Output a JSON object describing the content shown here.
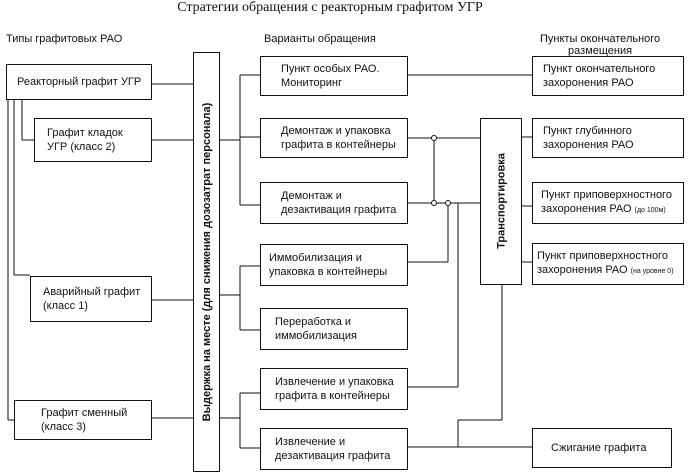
{
  "title": "Стратегии обращения с реакторным графитом УГР",
  "headers": {
    "types": "Типы графитовых РАО",
    "options": "Варианты обращения",
    "final": [
      "Пункты окончательного",
      "размещения"
    ]
  },
  "types": {
    "ugr": [
      "Реакторный графит УГР"
    ],
    "masonry": [
      "Графит кладок",
      "УГР (класс 2)"
    ],
    "emergency": [
      "Аварийный графит",
      "(класс 1)"
    ],
    "replaceable": [
      "Графит сменный",
      "(класс 3)"
    ]
  },
  "holding": "Выдержка на месте (для снижения дозозатрат персонала)",
  "options": {
    "special": [
      "Пункт особых РАО.",
      "Мониторинг"
    ],
    "dismantle_pack": [
      "Демонтаж и упаковка",
      "графита в контейнеры"
    ],
    "dismantle_decon": [
      "Демонтаж и",
      "дезактивация графита"
    ],
    "immobilize_pack": [
      "Иммобилизация и",
      "упаковка в контейнеры"
    ],
    "process_immobilize": [
      "Переработка и",
      "иммобилизация"
    ],
    "extract_pack": [
      "Извлечение и упаковка",
      "графита в контейнеры"
    ],
    "extract_decon": [
      "Извлечение и",
      "дезактивация графита"
    ]
  },
  "transport": "Транспортировка",
  "final": {
    "disposal": [
      "Пункт окончательного",
      "захоронения РАО"
    ],
    "deep": [
      "Пункт глубинного",
      "захоронения РАО"
    ],
    "near100": [
      "Пункт приповерхностного",
      "захоронения РАО"
    ],
    "near100_note": "(до 100м)",
    "near0": [
      "Пункт приповерхностного",
      "захоронения РАО"
    ],
    "near0_note": "(на уровне 0)",
    "burn": [
      "Сжигание графита"
    ]
  }
}
